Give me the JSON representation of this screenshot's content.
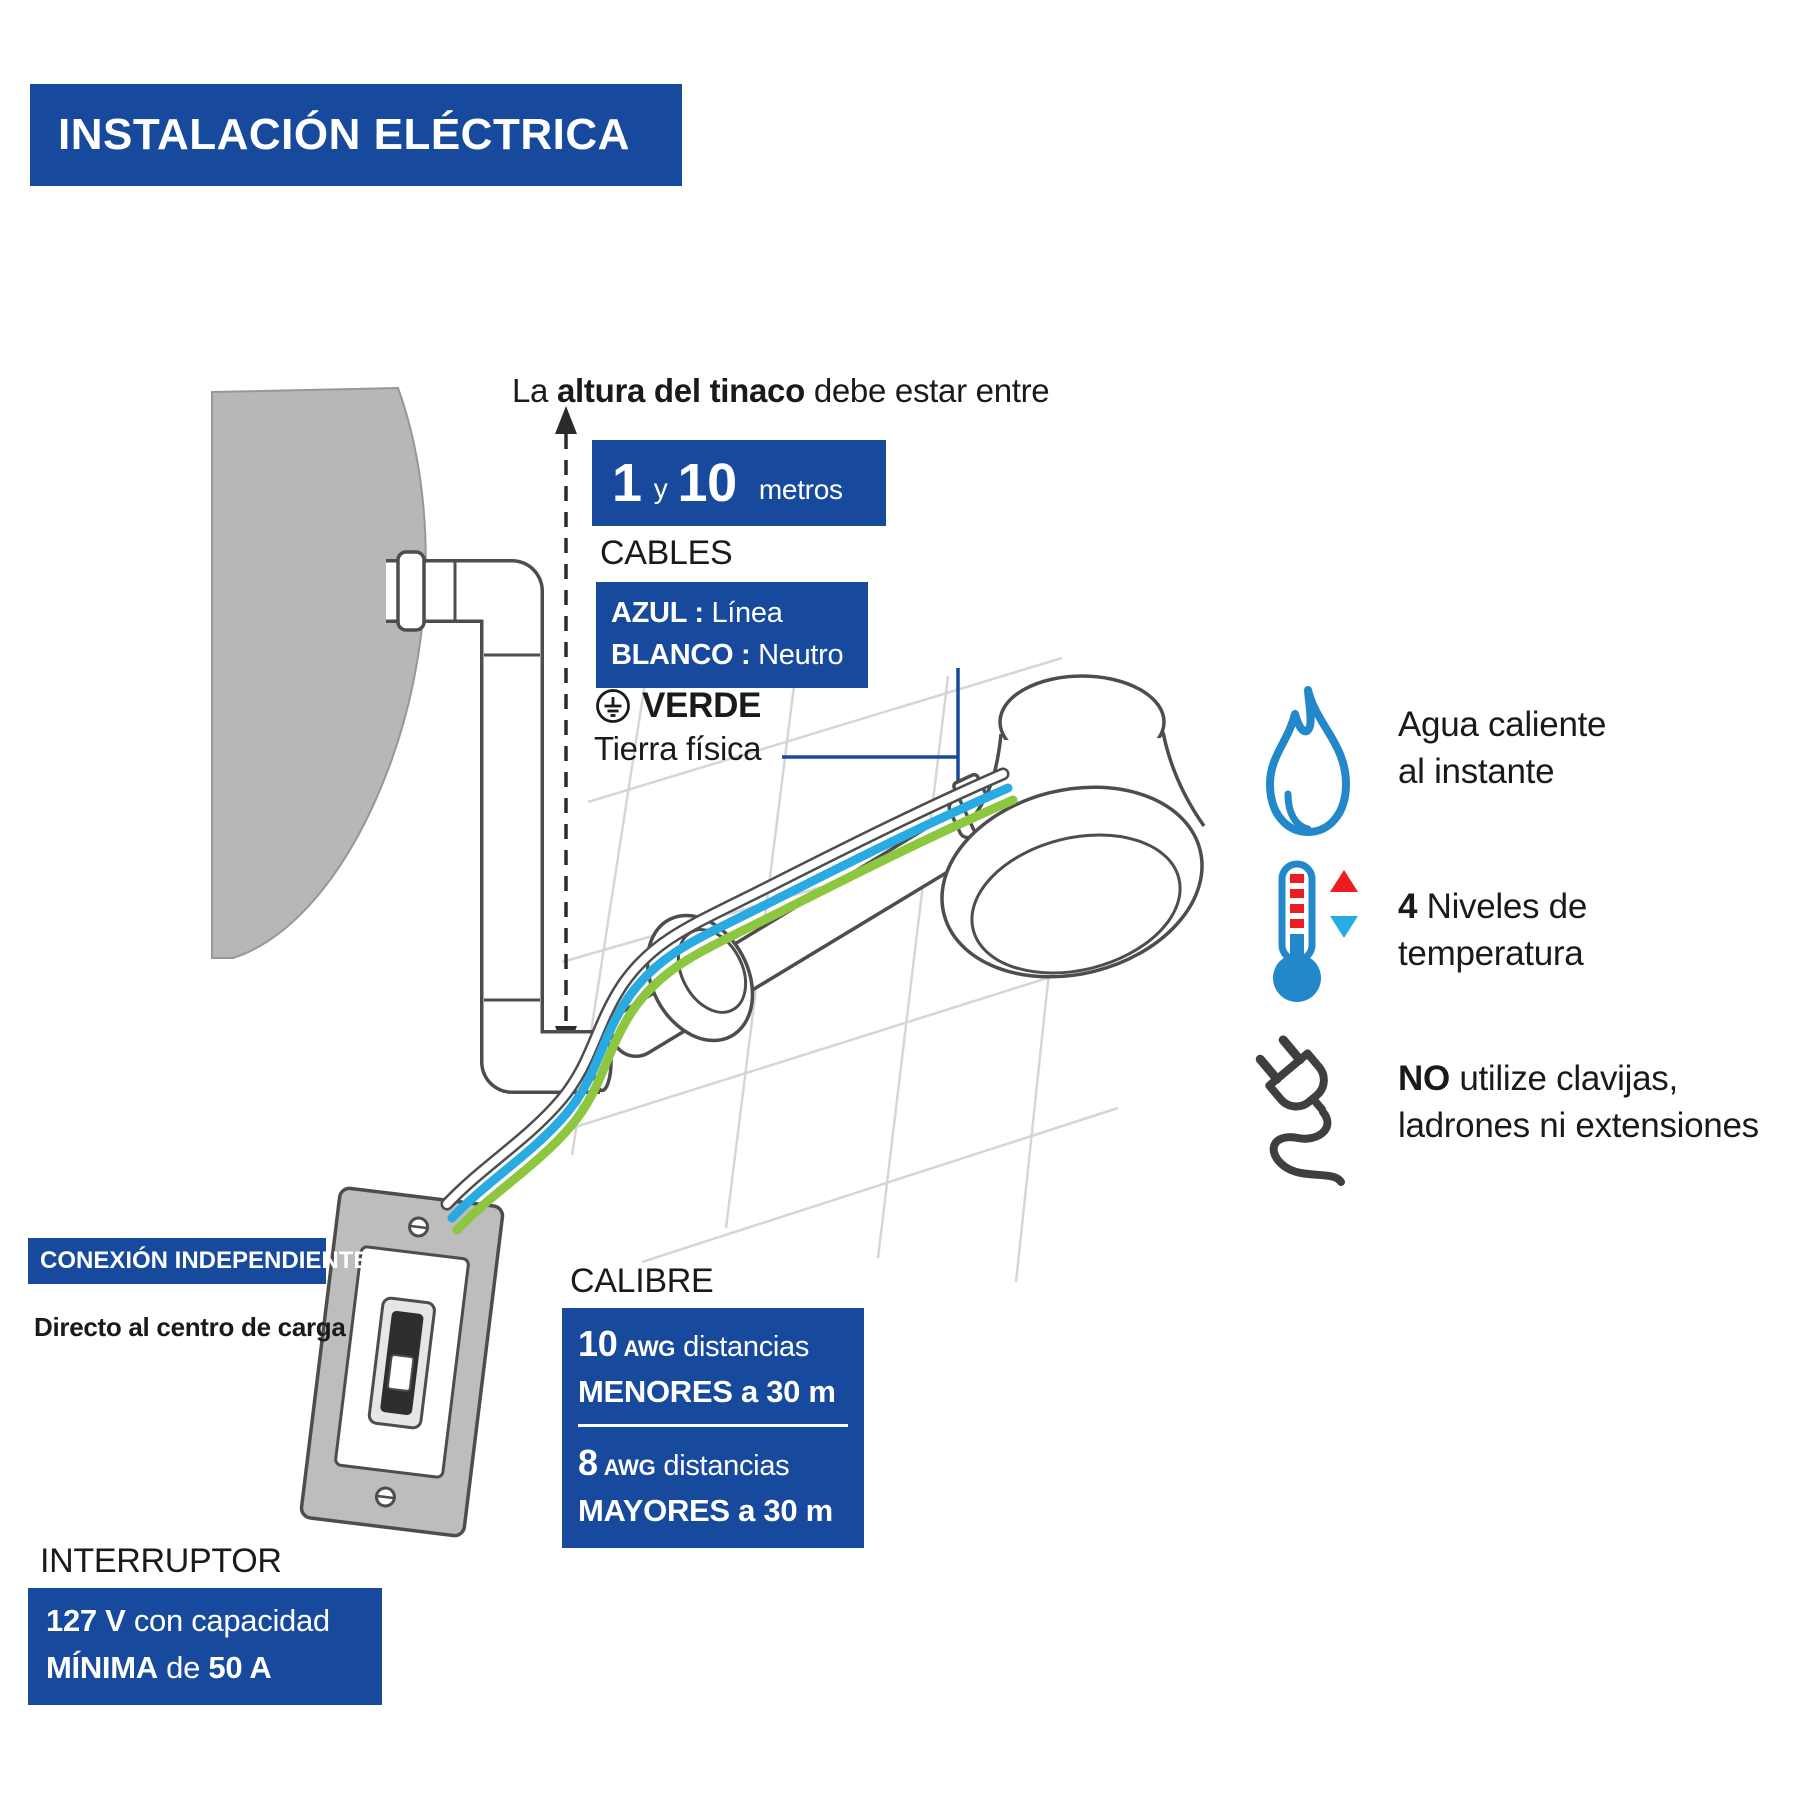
{
  "colors": {
    "brand_blue": "#17499c",
    "cable_blue": "#29abe2",
    "cable_green": "#8dc63f",
    "hot_red": "#ed1c24",
    "icon_blue": "#2388c9",
    "outline_gray": "#4d4d4d"
  },
  "title": "INSTALACIÓN ELÉCTRICA",
  "height_note": {
    "prefix": "La ",
    "bold": "altura del tinaco",
    "suffix": " debe estar entre"
  },
  "height_box": {
    "v1": "1",
    "conj": "y",
    "v2": "10",
    "unit": "metros"
  },
  "cables": {
    "label": "CABLES",
    "blue_name": "AZUL :",
    "blue_role": " Línea",
    "white_name": "BLANCO :",
    "white_role": " Neutro",
    "green_name": "VERDE",
    "green_role": "Tierra física"
  },
  "features": [
    {
      "icon": "flame-icon",
      "line1_bold": "",
      "line1": "Agua caliente",
      "line2": "al instante"
    },
    {
      "icon": "thermometer-icon",
      "line1_bold": "4",
      "line1": " Niveles de",
      "line2": "temperatura"
    },
    {
      "icon": "plug-icon",
      "line1_bold": "NO",
      "line1": " utilize clavijas,",
      "line2": "ladrones ni extensiones"
    }
  ],
  "connection": {
    "banner": "CONEXIÓN INDEPENDIENTE",
    "subtitle": "Directo al centro de carga"
  },
  "calibre": {
    "label": "CALIBRE",
    "row1_num": "10",
    "row1_unit": "AWG",
    "row1_text": "distancias",
    "row2_bold": "MENORES",
    "row2_mid": " a ",
    "row2_val": "30 m",
    "row3_num": "8",
    "row3_unit": "AWG",
    "row3_text": "distancias",
    "row4_bold": "MAYORES",
    "row4_mid": " a ",
    "row4_val": "30 m"
  },
  "interruptor": {
    "label": "INTERRUPTOR",
    "line1_bold": "127 V",
    "line1_rest": " con capacidad",
    "line2_bold": "MÍNIMA",
    "line2_mid": " de ",
    "line2_val": "50 A"
  }
}
